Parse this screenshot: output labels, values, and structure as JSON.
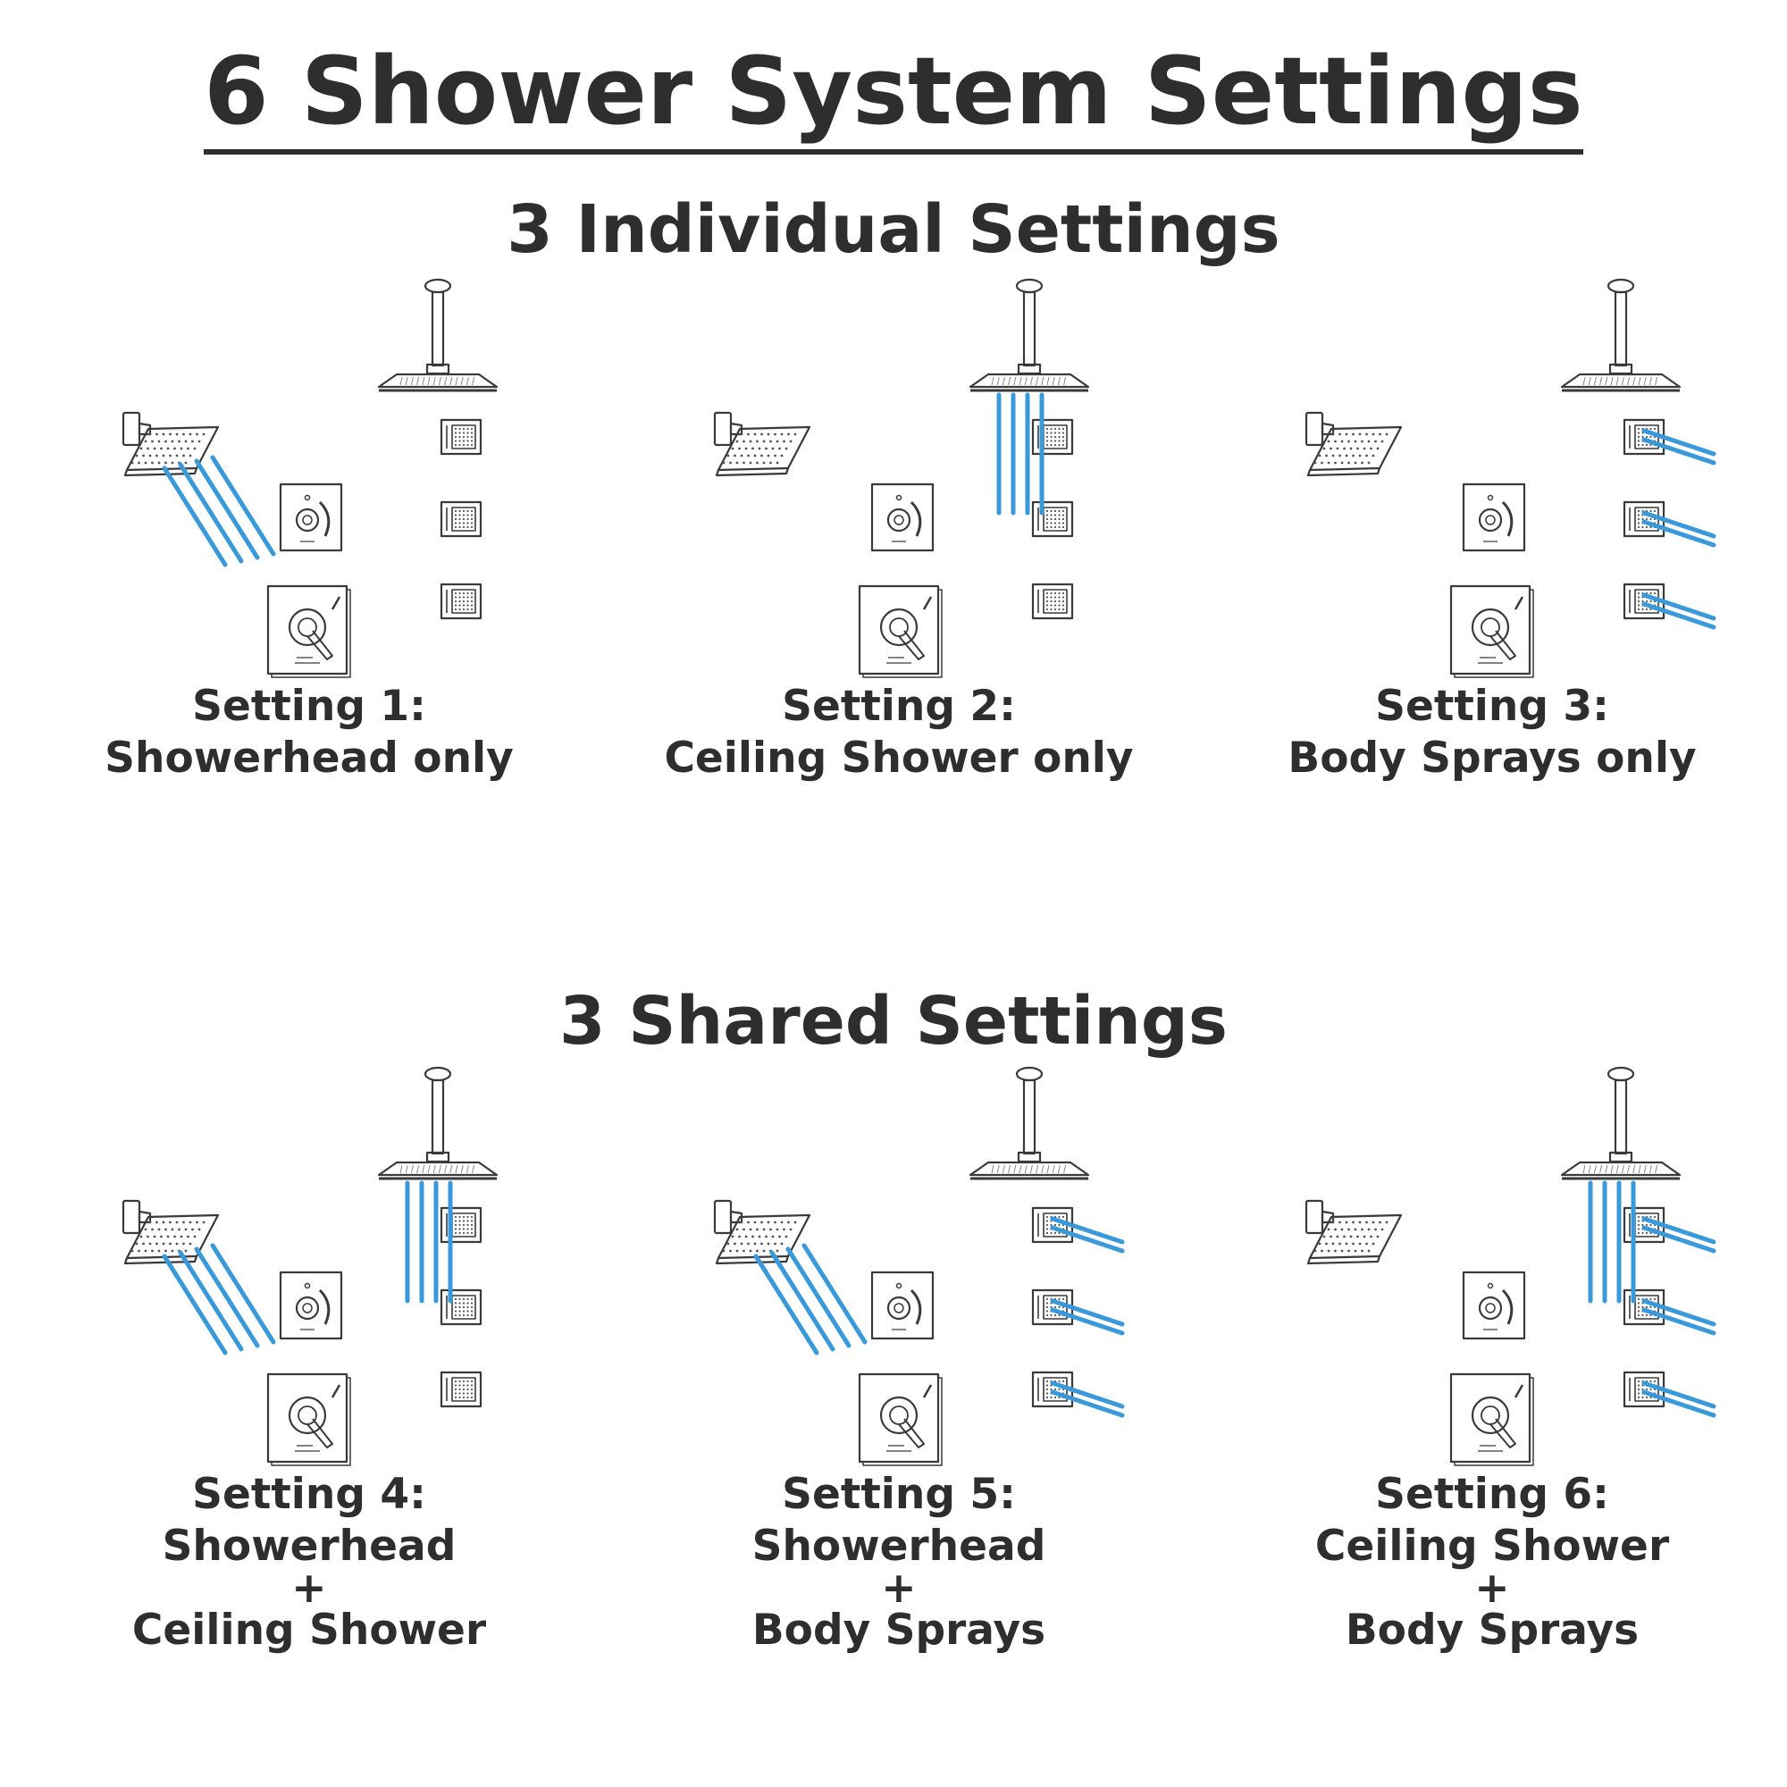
{
  "title": "6 Shower System Settings",
  "sections": [
    {
      "title": "3 Individual Settings",
      "settings": [
        {
          "heading": "Setting 1:",
          "lines": [
            "Showerhead only"
          ],
          "water": {
            "showerhead": true,
            "ceiling_shower": false,
            "body_sprays": false
          }
        },
        {
          "heading": "Setting 2:",
          "lines": [
            "Ceiling Shower only"
          ],
          "water": {
            "showerhead": false,
            "ceiling_shower": true,
            "body_sprays": false
          }
        },
        {
          "heading": "Setting 3:",
          "lines": [
            "Body Sprays only"
          ],
          "water": {
            "showerhead": false,
            "ceiling_shower": false,
            "body_sprays": true
          }
        }
      ]
    },
    {
      "title": "3 Shared Settings",
      "settings": [
        {
          "heading": "Setting 4:",
          "lines": [
            "Showerhead",
            "+",
            "Ceiling Shower"
          ],
          "water": {
            "showerhead": true,
            "ceiling_shower": true,
            "body_sprays": false
          }
        },
        {
          "heading": "Setting 5:",
          "lines": [
            "Showerhead",
            "+",
            "Body Sprays"
          ],
          "water": {
            "showerhead": true,
            "ceiling_shower": false,
            "body_sprays": true
          }
        },
        {
          "heading": "Setting 6:",
          "lines": [
            "Ceiling Shower",
            "+",
            "Body Sprays"
          ],
          "water": {
            "showerhead": false,
            "ceiling_shower": true,
            "body_sprays": true
          }
        }
      ]
    }
  ],
  "colors": {
    "water": "#3a9ad9",
    "line": "#3a3a3a",
    "text": "#2e2e2e"
  }
}
